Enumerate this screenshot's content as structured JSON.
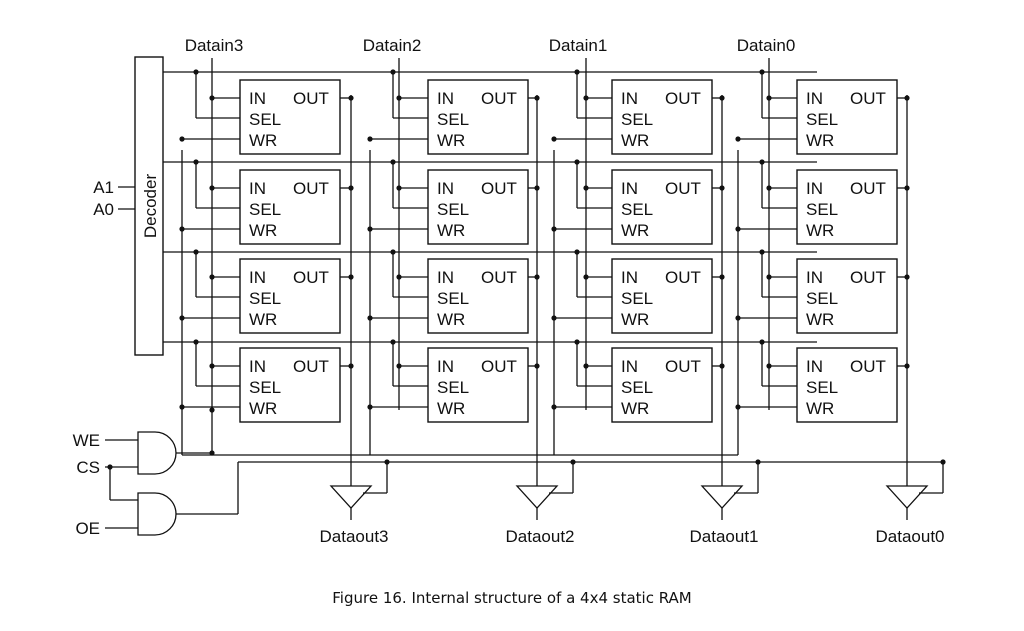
{
  "data_inputs": [
    "Datain3",
    "Datain2",
    "Datain1",
    "Datain0"
  ],
  "data_outputs": [
    "Dataout3",
    "Dataout2",
    "Dataout1",
    "Dataout0"
  ],
  "address_inputs": [
    "A1",
    "A0"
  ],
  "decoder_label": "Decoder",
  "control_inputs": [
    "WE",
    "CS",
    "OE"
  ],
  "cell_pins": {
    "in": "IN",
    "out": "OUT",
    "sel": "SEL",
    "wr": "WR"
  },
  "rows": 4,
  "cols": 4,
  "caption": "Figure 16. Internal structure of a 4x4 static RAM"
}
